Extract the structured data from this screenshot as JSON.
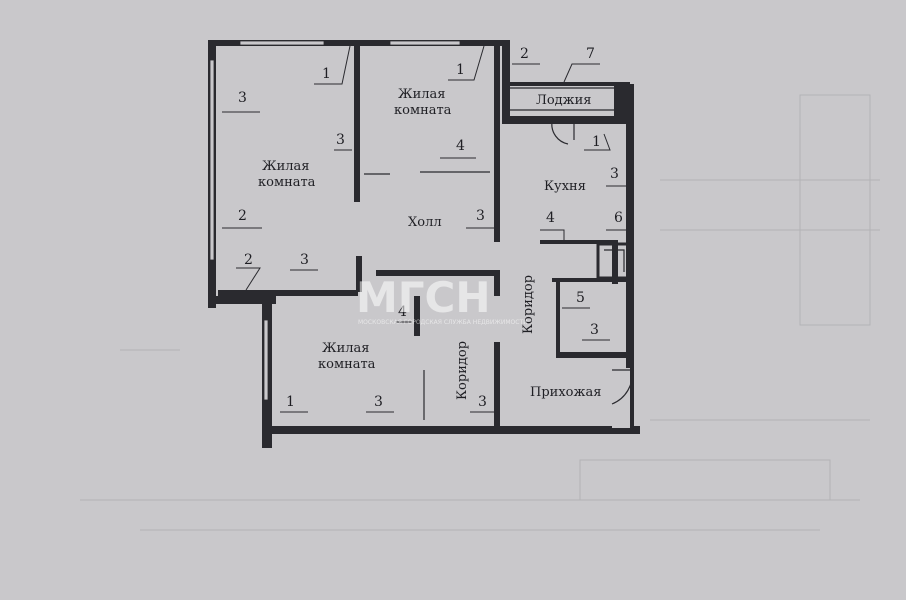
{
  "rooms": {
    "living_left_1": "Жилая",
    "living_left_2": "комната",
    "living_top_1": "Жилая",
    "living_top_2": "комната",
    "living_bottom_1": "Жилая",
    "living_bottom_2": "комната",
    "hall": "Холл",
    "kitchen": "Кухня",
    "loggia": "Лоджия",
    "corridor_left": "Коридор",
    "corridor_right": "Коридор",
    "entrance": "Прихожая"
  },
  "callouts": {
    "c1": "1",
    "c2": "1",
    "c3": "2",
    "c4": "7",
    "c5": "3",
    "c6": "3",
    "c7": "4",
    "c8": "1",
    "c9": "3",
    "c10": "2",
    "c11": "3",
    "c12": "2",
    "c13": "3",
    "c14": "4",
    "c15": "6",
    "c16": "4",
    "c17": "5",
    "c18": "3",
    "c19": "1",
    "c20": "3",
    "c21": "3"
  },
  "watermark": {
    "logo": "МГСН",
    "caption": "МОСКОВСКАЯ ГОРОДСКАЯ СЛУЖБА НЕДВИЖИМОСТИ"
  },
  "colors": {
    "paper": "#c9c8cb",
    "ink": "#2a2a2f"
  }
}
